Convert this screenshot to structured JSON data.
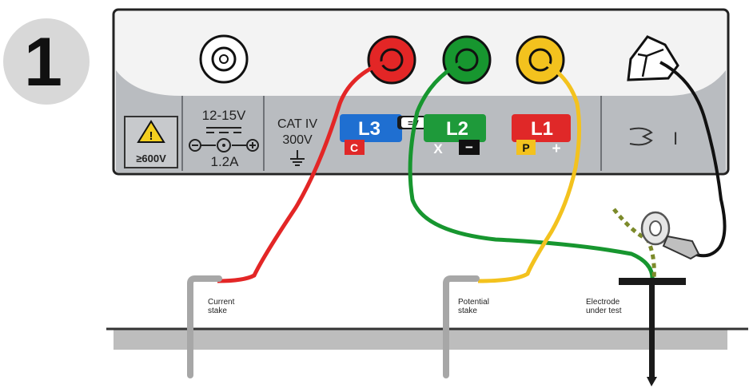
{
  "step": {
    "number": "1"
  },
  "panel": {
    "warning_label": "≥600V",
    "power_voltage": "12-15V",
    "power_current": "1.2A",
    "cat_rating": "CAT IV",
    "cat_voltage": "300V",
    "l3": {
      "label": "L3",
      "sub": "C",
      "color": "#1f6fd1"
    },
    "l2": {
      "label": "L2",
      "sub_x": "X",
      "sub_minus": "−",
      "color": "#1e9a3a"
    },
    "l1": {
      "label": "L1",
      "sub_p": "P",
      "sub_plus": "+",
      "color": "#e02828"
    },
    "dc_label": "=V",
    "clamp_label": "I"
  },
  "ground": {
    "current_stake": [
      "Current",
      "stake"
    ],
    "potential_stake": [
      "Potential",
      "stake"
    ],
    "electrode": [
      "Electrode",
      "under test"
    ]
  },
  "colors": {
    "red_lead": "#e32626",
    "green_lead": "#17962f",
    "yellow_lead": "#f3c21e",
    "black_lead": "#111111",
    "panel_bg": "#f2f2f2",
    "panel_grey": "#b9bcc0"
  }
}
